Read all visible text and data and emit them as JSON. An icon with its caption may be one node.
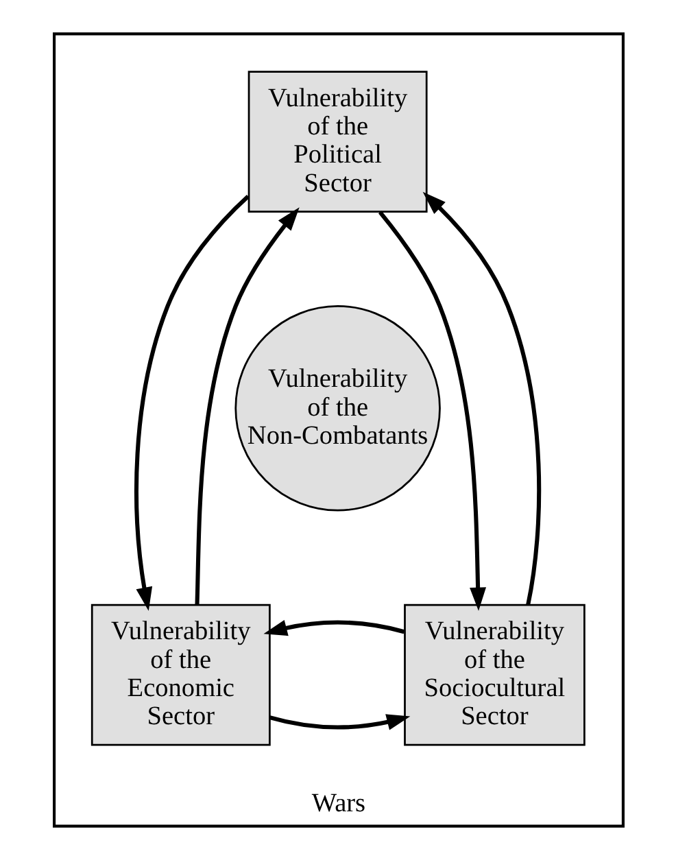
{
  "diagram": {
    "nodes": [
      {
        "text": [
          "Wars"
        ]
      },
      {
        "text": [
          "Vulnerability of the Political Sector"
        ],
        "in": 0
      },
      {
        "text": [
          "Vulnerability of the Non-Combatants"
        ],
        "in": 0
      },
      {
        "text": [
          "Vulnerability of the Economic Sector"
        ],
        "in": 0
      },
      {
        "text": [
          "Vulnerability of the Sociocultural Sector"
        ],
        "in": 0
      }
    ],
    "edges": [
      {
        "from": 1,
        "to": 3,
        "arrow": "to"
      },
      {
        "from": 3,
        "to": 1,
        "arrow": "to"
      },
      {
        "from": 1,
        "to": 4,
        "arrow": "to"
      },
      {
        "from": 4,
        "to": 1,
        "arrow": "to"
      },
      {
        "from": 3,
        "to": 4,
        "arrow": "to"
      },
      {
        "from": 4,
        "to": 3,
        "arrow": "to"
      }
    ]
  }
}
